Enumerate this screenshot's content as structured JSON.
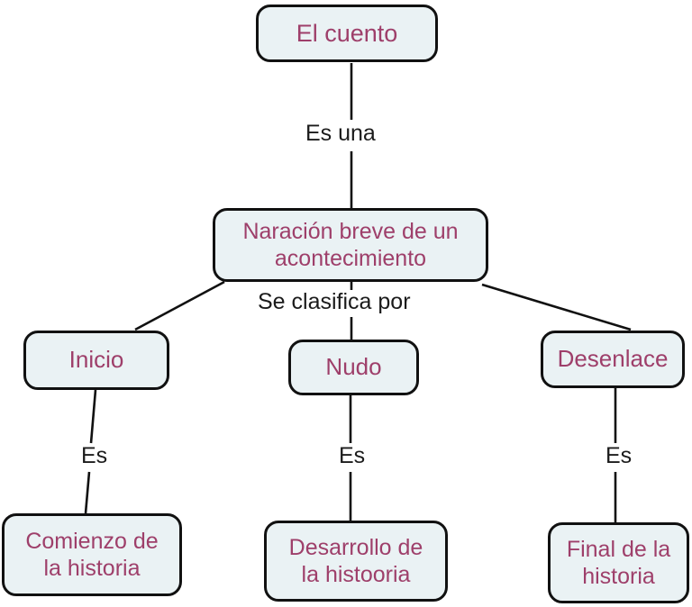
{
  "diagram": {
    "title": "El cuento",
    "type": "concept-map",
    "background_color": "#ffffff",
    "node_fill_color": "#eaf2f4",
    "node_border_color": "#111111",
    "node_text_color": "#9e3f6a",
    "edge_label_color": "#1b1b1b",
    "nodes": [
      {
        "id": "root",
        "label": "El cuento"
      },
      {
        "id": "def",
        "label": "Naración breve de un\nacontecimiento"
      },
      {
        "id": "inicio",
        "label": "Inicio"
      },
      {
        "id": "nudo",
        "label": "Nudo"
      },
      {
        "id": "desenlace",
        "label": "Desenlace"
      },
      {
        "id": "comienzo",
        "label": "Comienzo de\nla historia"
      },
      {
        "id": "desarrollo",
        "label": "Desarrollo de\nla histooria"
      },
      {
        "id": "final",
        "label": "Final de la\nhistoria"
      }
    ],
    "edges": [
      {
        "id": "e1",
        "from": "root",
        "to": "def",
        "label": "Es una"
      },
      {
        "id": "e2",
        "from": "def",
        "to": "inicio",
        "label": "Se clasifica por"
      },
      {
        "id": "e3",
        "from": "def",
        "to": "nudo",
        "label": "Se clasifica por"
      },
      {
        "id": "e4",
        "from": "def",
        "to": "desenlace",
        "label": "Se clasifica por"
      },
      {
        "id": "e5",
        "from": "inicio",
        "to": "comienzo",
        "label": "Es"
      },
      {
        "id": "e6",
        "from": "nudo",
        "to": "desarrollo",
        "label": "Es"
      },
      {
        "id": "e7",
        "from": "desenlace",
        "to": "final",
        "label": "Es"
      }
    ]
  }
}
